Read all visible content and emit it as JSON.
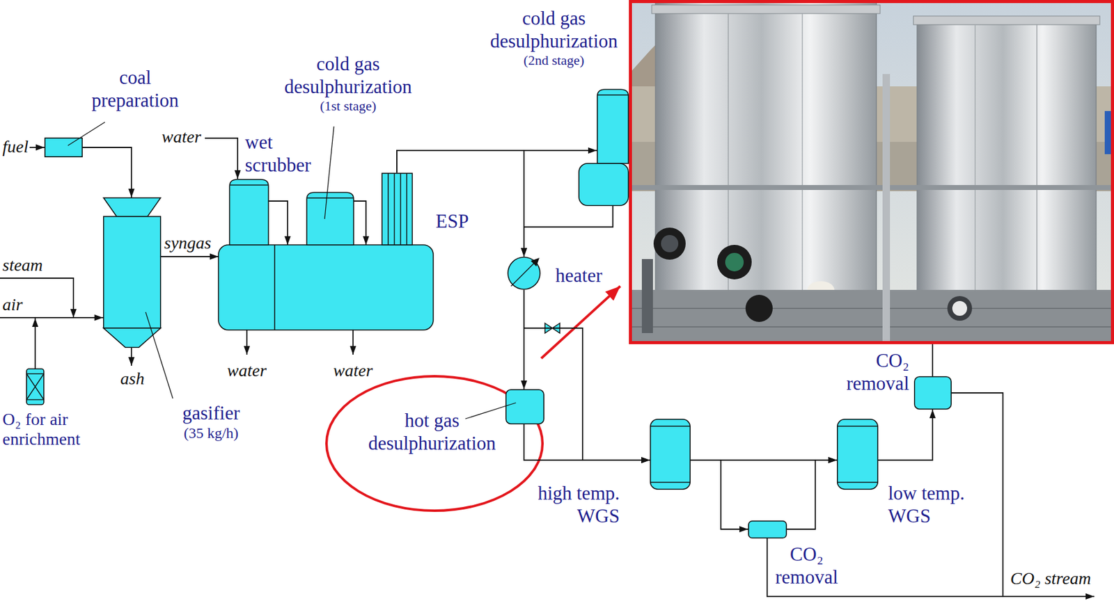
{
  "diagram": {
    "nodes": [
      {
        "text": [
          "coal preparation"
        ]
      },
      {
        "text": [
          "gasifier",
          "(35 kg/h)"
        ]
      },
      {
        "text": [
          "wet scrubber"
        ]
      },
      {
        "text": [
          "cold gas desulphurization",
          "(1st stage)"
        ]
      },
      {
        "text": [
          "ESP"
        ]
      },
      {
        "text": [
          "cold gas desulphurization",
          "(2nd stage)"
        ]
      },
      {
        "text": [
          "heater"
        ]
      },
      {
        "text": [
          "hot gas desulphurization"
        ]
      },
      {
        "text": [
          "high temp. WGS"
        ]
      },
      {
        "text": [
          "CO₂ removal"
        ]
      },
      {
        "text": [
          "low temp. WGS"
        ]
      },
      {
        "text": [
          "CO₂ removal"
        ]
      }
    ],
    "edges": [
      {
        "from": 0,
        "to": 1,
        "arrow": "to"
      },
      {
        "from": 1,
        "to": 2,
        "label": "syngas",
        "arrow": "to"
      },
      {
        "from": 2,
        "to": 3,
        "arrow": "to"
      },
      {
        "from": 3,
        "to": 4,
        "arrow": "to"
      },
      {
        "from": 4,
        "to": 5,
        "arrow": "to"
      },
      {
        "from": 4,
        "to": 6,
        "arrow": "to"
      },
      {
        "from": 5,
        "to": 6,
        "arrow": "to"
      },
      {
        "from": 6,
        "to": 7,
        "arrow": "to"
      },
      {
        "from": 6,
        "to": 8,
        "arrow": "to"
      },
      {
        "from": 7,
        "to": 8,
        "arrow": "to"
      },
      {
        "from": 8,
        "to": 10,
        "arrow": "to"
      },
      {
        "from": 8,
        "to": 9,
        "arrow": "to"
      },
      {
        "from": 9,
        "to": 10,
        "arrow": "to"
      },
      {
        "from": 10,
        "to": 11,
        "arrow": "to"
      }
    ],
    "labels": [
      "fuel",
      "steam",
      "air",
      "O₂ for air enrichment",
      "water",
      "ash",
      "water",
      "water",
      "CO₂ stream"
    ]
  }
}
